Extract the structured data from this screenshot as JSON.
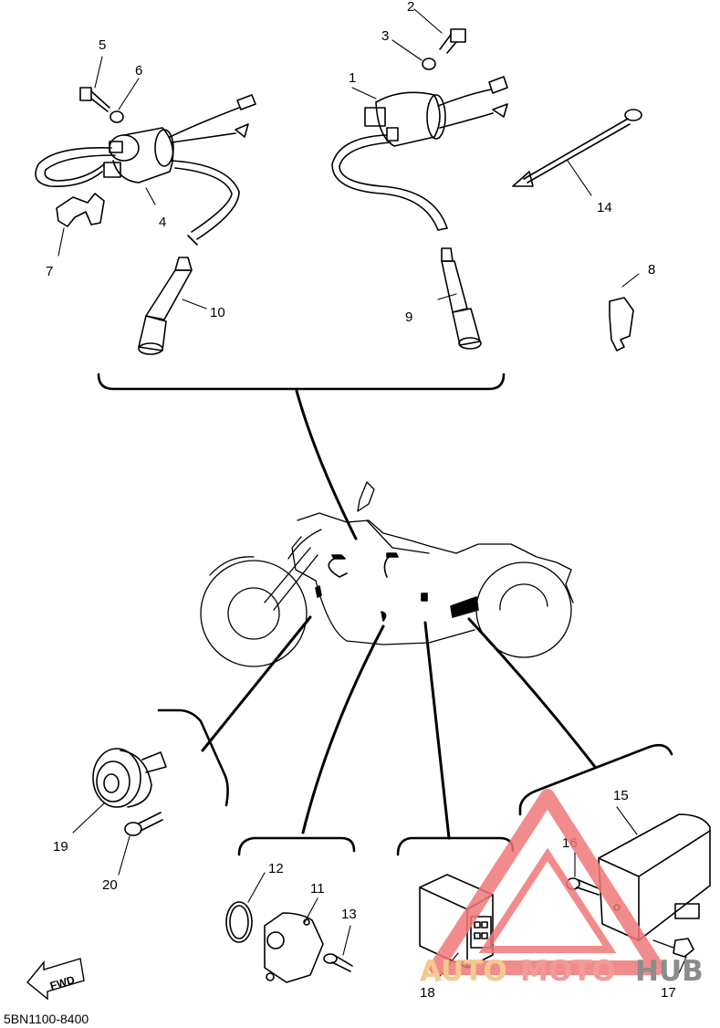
{
  "diagram": {
    "part_labels": [
      "1",
      "2",
      "3",
      "4",
      "5",
      "6",
      "7",
      "8",
      "9",
      "10",
      "11",
      "12",
      "13",
      "14",
      "15",
      "16",
      "17",
      "18",
      "19",
      "20"
    ],
    "direction_marker": "FWD",
    "drawing_code": "5BN1100-8400"
  },
  "watermark": {
    "words": [
      "AUTO",
      "MOTO",
      "HUB"
    ],
    "colors": {
      "auto": "#f3c98e",
      "moto": "#f29a9a",
      "hub": "#8c8c8c",
      "logo": "#f07878"
    }
  }
}
